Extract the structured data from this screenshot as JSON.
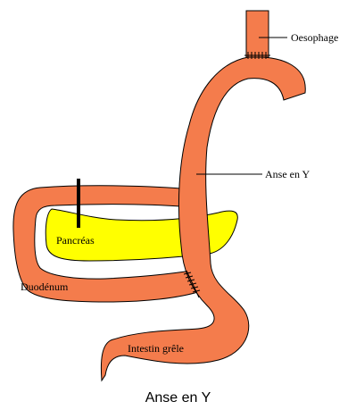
{
  "diagram": {
    "labels": {
      "oesophage": "Oesophage",
      "anse": "Anse en Y",
      "pancreas": "Pancréas",
      "duodenum": "Duodénum",
      "intestin": "Intestin grêle"
    },
    "colors": {
      "intestine": "#F47C4C",
      "pancreas": "#FFFF00",
      "outline": "#000000",
      "duct": "#000000"
    }
  },
  "caption": "Anse en Y"
}
